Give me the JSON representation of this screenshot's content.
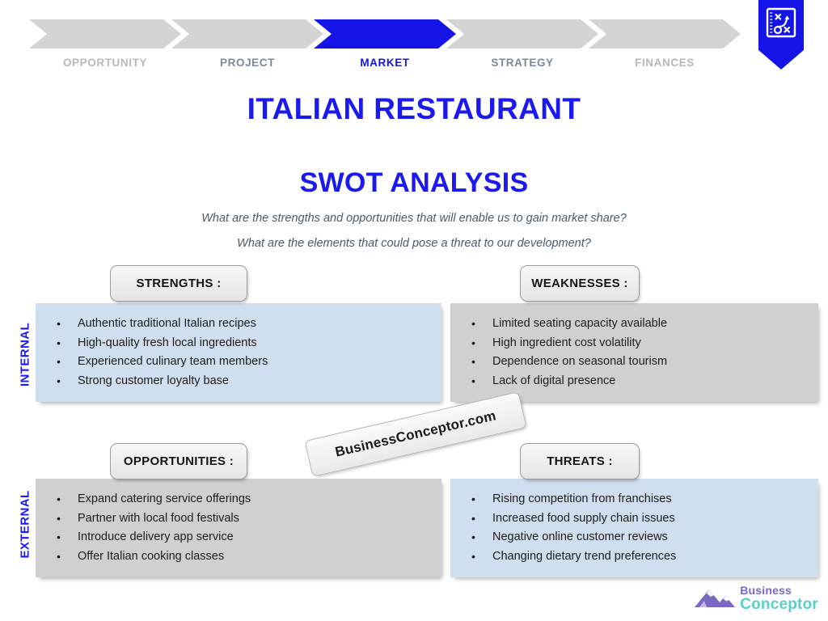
{
  "nav": {
    "steps": [
      {
        "label": "OPPORTUNITY",
        "state": "inactive"
      },
      {
        "label": "PROJECT",
        "state": "semi"
      },
      {
        "label": "MARKET",
        "state": "active"
      },
      {
        "label": "STRATEGY",
        "state": "semi"
      },
      {
        "label": "FINANCES",
        "state": "inactive"
      }
    ],
    "banner_icon": "strategy-playbook-icon"
  },
  "header": {
    "main_title": "ITALIAN RESTAURANT",
    "section_title": "SWOT ANALYSIS",
    "subtitle_1": "What are the strengths and opportunities that will enable us to gain market share?",
    "subtitle_2": "What are the elements that could pose a threat to our development?"
  },
  "axes": {
    "internal": "INTERNAL",
    "external": "EXTERNAL"
  },
  "quadrants": {
    "strengths": {
      "title": "STRENGTHS :",
      "items": [
        "Authentic traditional Italian recipes",
        "High-quality fresh local ingredients",
        "Experienced culinary team members",
        "Strong customer loyalty base"
      ]
    },
    "weaknesses": {
      "title": "WEAKNESSES :",
      "items": [
        "Limited seating capacity available",
        "High ingredient cost volatility",
        "Dependence on seasonal tourism",
        "Lack of digital presence"
      ]
    },
    "opportunities": {
      "title": "OPPORTUNITIES :",
      "items": [
        "Expand catering service offerings",
        "Partner with local food festivals",
        "Introduce delivery app service",
        "Offer Italian cooking classes"
      ]
    },
    "threats": {
      "title": "THREATS :",
      "items": [
        "Rising competition from franchises",
        "Increased food supply chain issues",
        "Negative online customer reviews",
        "Changing dietary trend preferences"
      ]
    }
  },
  "watermark": {
    "text": "BusinessConceptor.com"
  },
  "footer": {
    "logo_line_1": "Business",
    "logo_line_2": "Conceptor",
    "logo_icon": "mountain-logo-icon"
  },
  "colors": {
    "brand_blue": "#1a1aee",
    "chevron_gray": "#d4d4d4",
    "quad_blue": "#cfdff0",
    "quad_gray": "#d0d0d0",
    "logo_purple": "#7b68c4",
    "logo_teal": "#58cfc9"
  }
}
